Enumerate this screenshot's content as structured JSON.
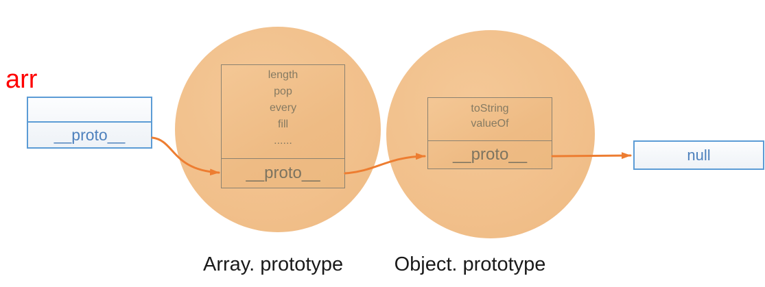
{
  "diagram": {
    "variable_label": "arr",
    "arr_box": {
      "proto_label": "__proto__"
    },
    "array_prototype": {
      "caption": "Array. prototype",
      "members": [
        "length",
        "pop",
        "every",
        "fill",
        "......"
      ],
      "proto_label": "__proto__"
    },
    "object_prototype": {
      "caption": "Object. prototype",
      "members": [
        "toString",
        "valueOf"
      ],
      "proto_label": "__proto__"
    },
    "null_box": {
      "label": "null"
    }
  },
  "colors": {
    "circle_fill": "#f1bf8a",
    "inner_box_border": "#8a8170",
    "inner_box_text": "#857a62",
    "proto_text": "#7d7460",
    "blue_border": "#5b9bd5",
    "blue_text": "#4e81bd",
    "arrow": "#ed7d31",
    "label_red": "#fe0000",
    "caption_text": "#1a1a1a"
  }
}
